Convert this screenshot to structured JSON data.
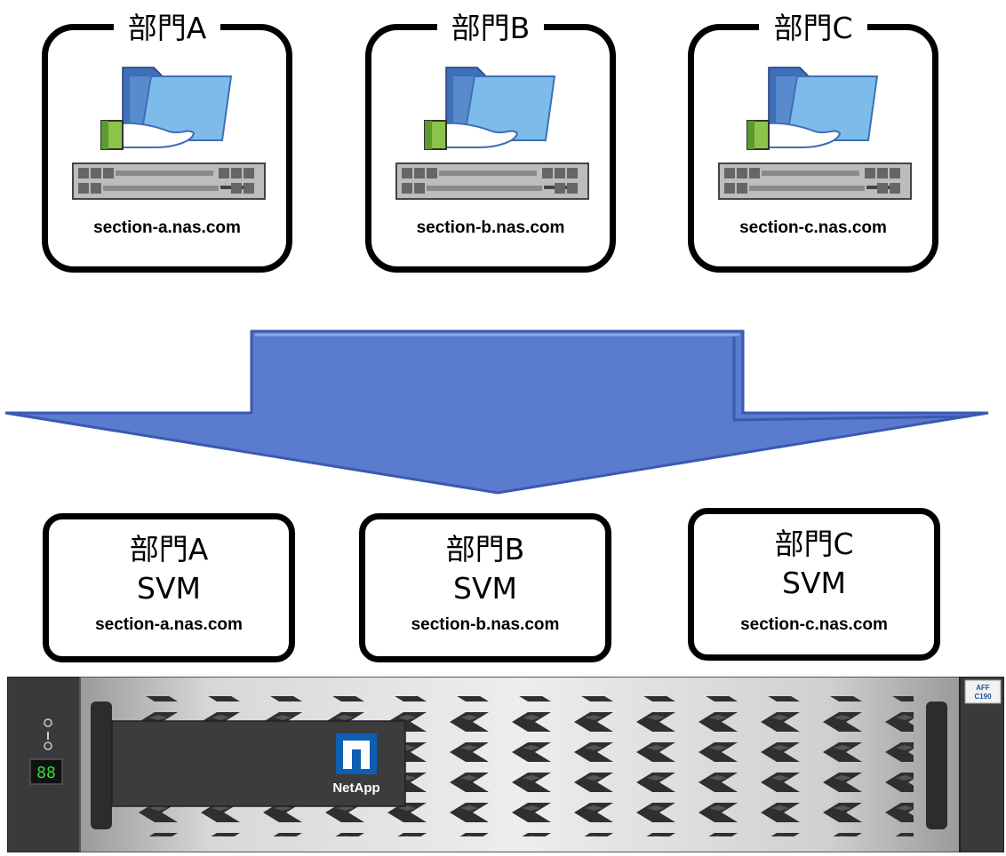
{
  "departments": [
    {
      "title": "部門A",
      "host": "section-a.nas.com"
    },
    {
      "title": "部門B",
      "host": "section-b.nas.com"
    },
    {
      "title": "部門C",
      "host": "section-c.nas.com"
    }
  ],
  "svms": [
    {
      "name": "部門A",
      "label": "SVM",
      "host": "section-a.nas.com"
    },
    {
      "name": "部門B",
      "label": "SVM",
      "host": "section-b.nas.com"
    },
    {
      "name": "部門C",
      "label": "SVM",
      "host": "section-c.nas.com"
    }
  ],
  "storage": {
    "brand": "NetApp",
    "model_line1": "AFF",
    "model_line2": "C190",
    "display": "88"
  },
  "colors": {
    "arrow": "#5b7bcf",
    "folder_front": "#7dbbea",
    "folder_back": "#3f6fb8",
    "netapp_blue": "#0d5fb4"
  }
}
